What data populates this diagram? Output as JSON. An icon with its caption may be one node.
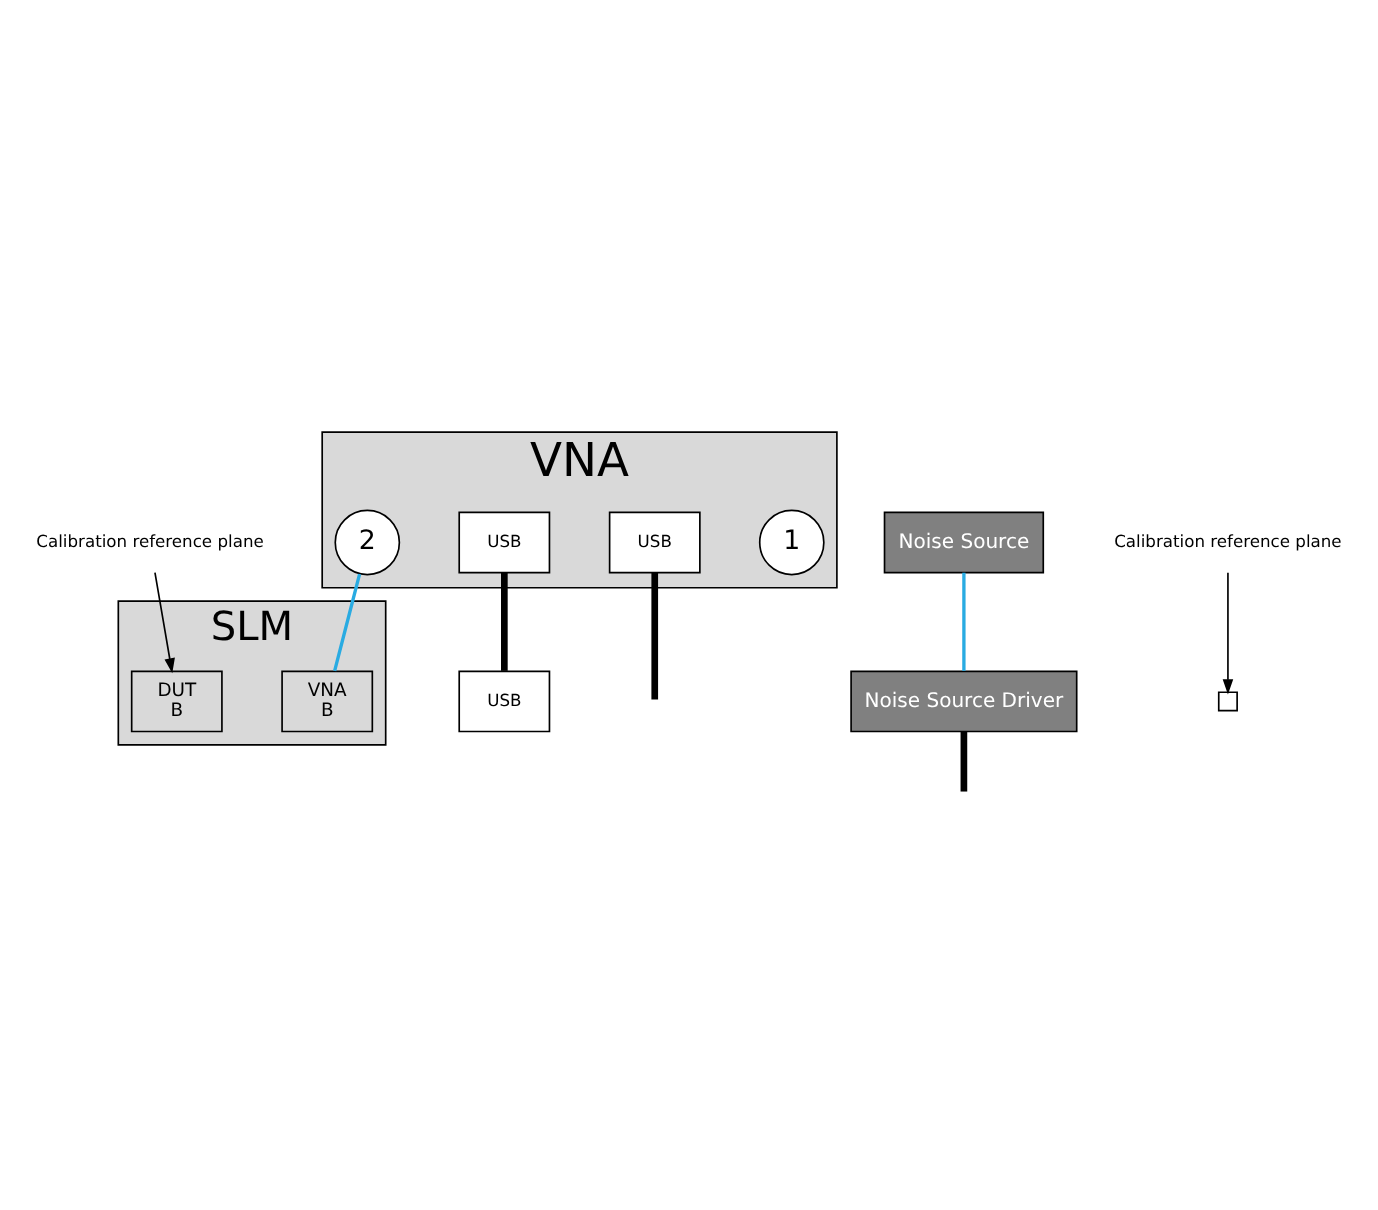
{
  "diagram": {
    "nodes": [
      {
        "text": [
          "VNA"
        ]
      },
      {
        "text": [
          "1"
        ],
        "in": 0
      },
      {
        "text": [
          "2"
        ],
        "in": 0
      },
      {
        "text": [
          "USB"
        ],
        "in": 0
      },
      {
        "text": [
          "USB"
        ],
        "in": 0
      },
      {
        "text": [
          "SLM"
        ]
      },
      {
        "text": [
          "VNA",
          "B"
        ],
        "in": 5
      },
      {
        "text": [
          "DUT",
          "B"
        ],
        "in": 5
      },
      {
        "text": [
          "USB"
        ]
      },
      {
        "text": [
          "Noise Source"
        ]
      },
      {
        "text": [
          "Noise Source Driver"
        ]
      },
      {
        "text": [],
        "shape": "box"
      },
      {
        "text": [
          "Calibration reference plane"
        ]
      },
      {
        "text": [
          "Calibration reference plane"
        ]
      }
    ],
    "edges": [
      {
        "from": 2,
        "to": 6,
        "arrow": "none",
        "color": "#29abe2"
      },
      {
        "from": 3,
        "to": 8,
        "arrow": "none",
        "style": "thick"
      },
      {
        "from": 4,
        "to": null,
        "arrow": "none",
        "style": "thick"
      },
      {
        "from": 9,
        "to": 10,
        "arrow": "none",
        "color": "#29abe2"
      },
      {
        "from": 10,
        "to": null,
        "arrow": "none",
        "style": "thick"
      },
      {
        "from": 12,
        "to": 7,
        "arrow": "to"
      },
      {
        "from": 13,
        "to": 11,
        "arrow": "to"
      }
    ]
  }
}
